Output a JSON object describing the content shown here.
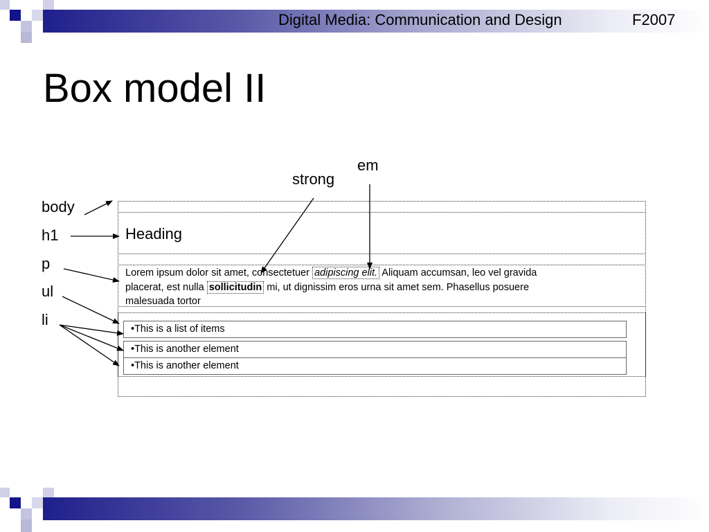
{
  "header": {
    "course_title": "Digital Media: Communication and Design",
    "term": "F2007"
  },
  "slide": {
    "title": "Box model II"
  },
  "labels": {
    "body": "body",
    "h1": "h1",
    "p": "p",
    "ul": "ul",
    "li": "li",
    "strong": "strong",
    "em": "em"
  },
  "diagram": {
    "heading": "Heading",
    "paragraph": {
      "line1_before_em": "Lorem ipsum dolor sit amet, consectetuer ",
      "em_text": "adipiscing elit.",
      "line1_after_em": " Aliquam accumsan, leo vel gravida",
      "line2_before_strong": " placerat, est nulla ",
      "strong_text": "sollicitudin",
      "line2_after_strong": " mi, ut dignissim eros urna sit amet sem. Phasellus posuere",
      "line3": "malesuada tortor"
    },
    "list_items": [
      "•This is a list of items",
      "•This is another element",
      "•This is another element"
    ]
  },
  "colors": {
    "bar_dark": "#1f1f8c",
    "square_navy": "#14148a",
    "square_light": "#c4c4e0"
  }
}
